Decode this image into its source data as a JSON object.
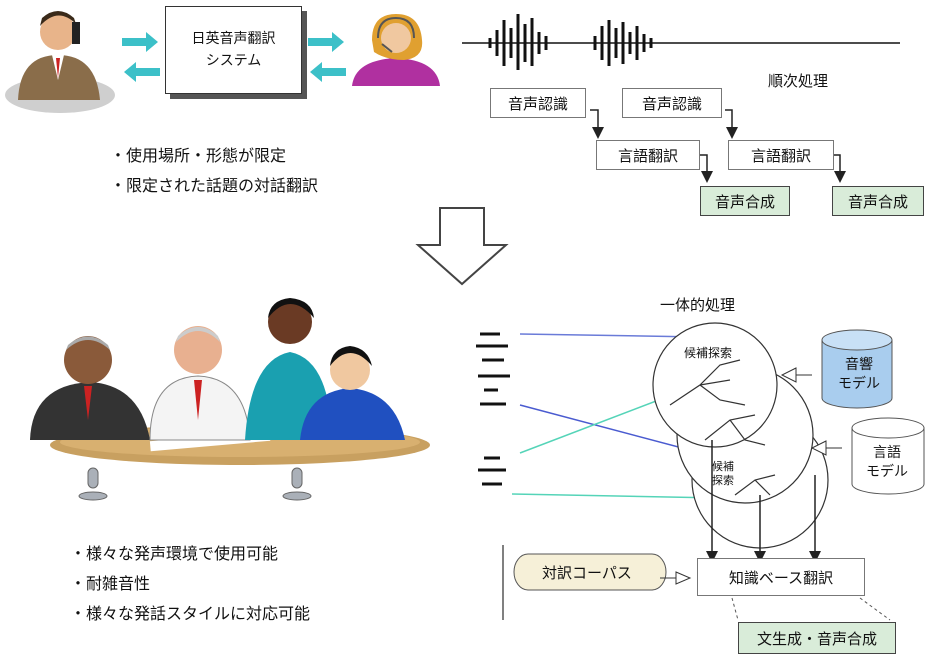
{
  "system_box": {
    "line1": "日英音声翻訳",
    "line2": "システム"
  },
  "top_right": {
    "sequential_label": "順次処理",
    "recog1": "音声認識",
    "recog2": "音声認識",
    "trans1": "言語翻訳",
    "trans2": "言語翻訳",
    "synth1": "音声合成",
    "synth2": "音声合成"
  },
  "top_bullets": [
    "・使用場所・形態が限定",
    "・限定された話題の対話翻訳"
  ],
  "bottom_right": {
    "integrated_label": "一体的処理",
    "search1": "候補探索",
    "search2_line1": "候補",
    "search2_line2": "探索",
    "acoustic_line1": "音響",
    "acoustic_line2": "モデル",
    "language_line1": "言語",
    "language_line2": "モデル",
    "corpus": "対訳コーパス",
    "kb_translation": "知識ベース翻訳",
    "output": "文生成・音声合成"
  },
  "bottom_bullets": [
    "・様々な発声環境で使用可能",
    "・耐雑音性",
    "・様々な発話スタイルに対応可能"
  ],
  "colors": {
    "arrow_teal": "#3cc0c8",
    "synth_green": "#d9ecd9",
    "cylinder_blue": "#a9cdee",
    "line_blue": "#4a5bd0",
    "line_teal": "#55d4b8"
  }
}
